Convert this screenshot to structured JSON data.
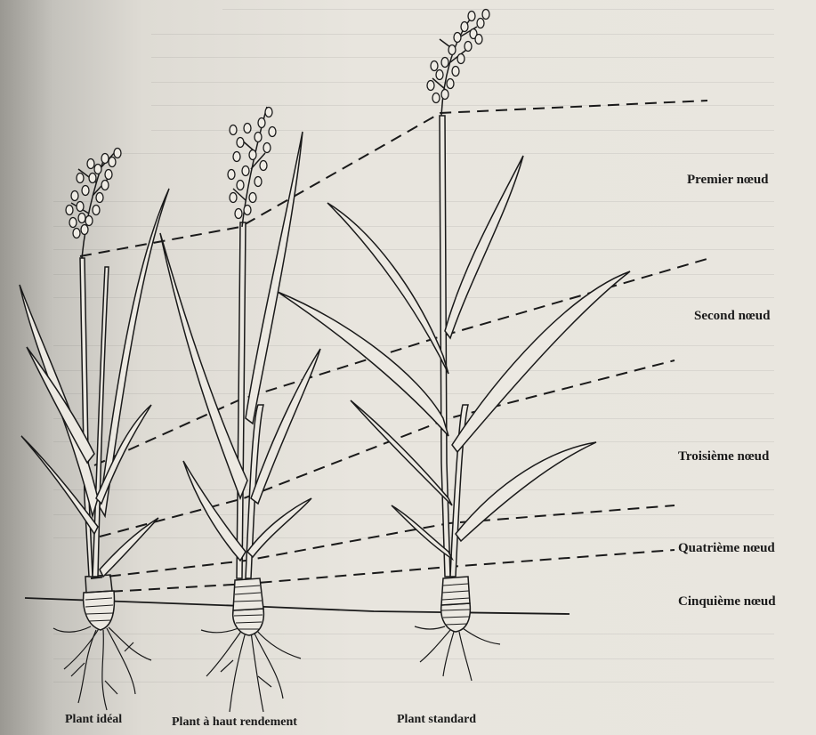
{
  "node_labels": {
    "first": "Premier nœud",
    "second": "Second nœud",
    "third": "Troisième nœud",
    "fourth": "Quatrième nœud",
    "fifth": "Cinquième nœud"
  },
  "plant_labels": {
    "ideal": "Plant idéal",
    "high_yield": "Plant à haut rendement",
    "standard": "Plant standard"
  },
  "colors": {
    "ink": "#1a1a1a",
    "paper": "#e8e5de"
  }
}
